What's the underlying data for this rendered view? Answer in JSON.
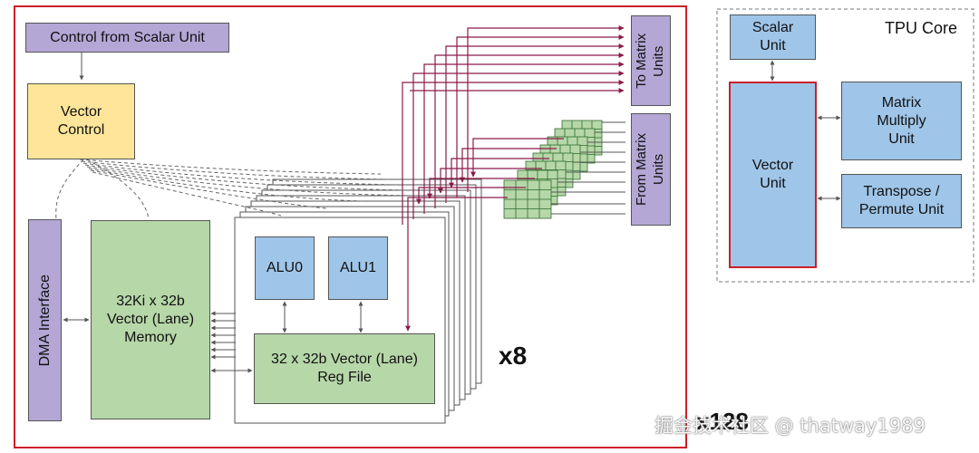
{
  "vector_unit_detail": {
    "control_from_scalar": "Control from Scalar Unit",
    "vector_control": "Vector\nControl",
    "dma_interface": "DMA Interface",
    "vector_memory": "32Ki x 32b\nVector (Lane)\nMemory",
    "alu0": "ALU0",
    "alu1": "ALU1",
    "reg_file": "32 x 32b Vector (Lane)\nReg File",
    "to_matrix_units": "To Matrix\nUnits",
    "from_matrix_units": "From Matrix\nUnits",
    "x8_label": "x8",
    "x128_label": "x128"
  },
  "tpu_core": {
    "title": "TPU Core",
    "scalar_unit": "Scalar\nUnit",
    "vector_unit": "Vector\nUnit",
    "matrix_multiply_unit": "Matrix\nMultiply\nUnit",
    "transpose_permute_unit": "Transpose /\nPermute Unit"
  },
  "watermark": "掘金技术社区 @ thatway1989",
  "colors": {
    "highlight_red": "#cc1f2b",
    "wire_maroon": "#8b1a4a",
    "purple": "#b4a7d6",
    "yellow": "#ffe599",
    "green": "#b6d7a8",
    "blue": "#9fc5e8"
  }
}
